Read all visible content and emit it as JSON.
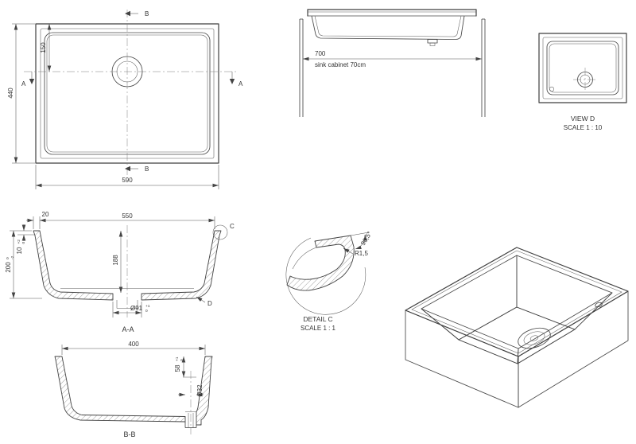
{
  "colors": {
    "line": "#3f3f3f",
    "dim": "#555555",
    "text": "#333333",
    "hatch": "#777777",
    "background": "#ffffff"
  },
  "plan": {
    "dim_width": "590",
    "dim_height": "440",
    "dim_drain_offset": "150",
    "label_a": "A",
    "label_b": "B"
  },
  "front": {
    "dim_width": "700",
    "caption": "sink cabinet 70cm"
  },
  "view_d": {
    "title": "VIEW D",
    "scale": "SCALE 1 : 10"
  },
  "section_aa": {
    "title": "A-A",
    "dim_rim_edge": "20",
    "dim_opening": "550",
    "dim_depth": "188",
    "dim_height": "200",
    "dim_height_tol_up": "0",
    "dim_height_tol_dn": "-2",
    "dim_rim_thickness": "10",
    "dim_rim_tol_up": "+2",
    "dim_rim_tol_dn": "0",
    "dim_drain": "Ø91",
    "dim_drain_tol_up": "+1",
    "dim_drain_tol_dn": "0",
    "label_detail_c": "C",
    "label_view_d": "D"
  },
  "detail_c": {
    "title": "DETAIL C",
    "scale": "SCALE 1 : 1",
    "angle": "90,5°",
    "radius": "R1,5"
  },
  "section_bb": {
    "title": "B-B",
    "dim_bowl_width": "400",
    "dim_drain_depth": "58",
    "dim_drain_tol_up": "+1",
    "dim_drain_tol_dn": "0",
    "dim_pipe": "Ø32"
  }
}
